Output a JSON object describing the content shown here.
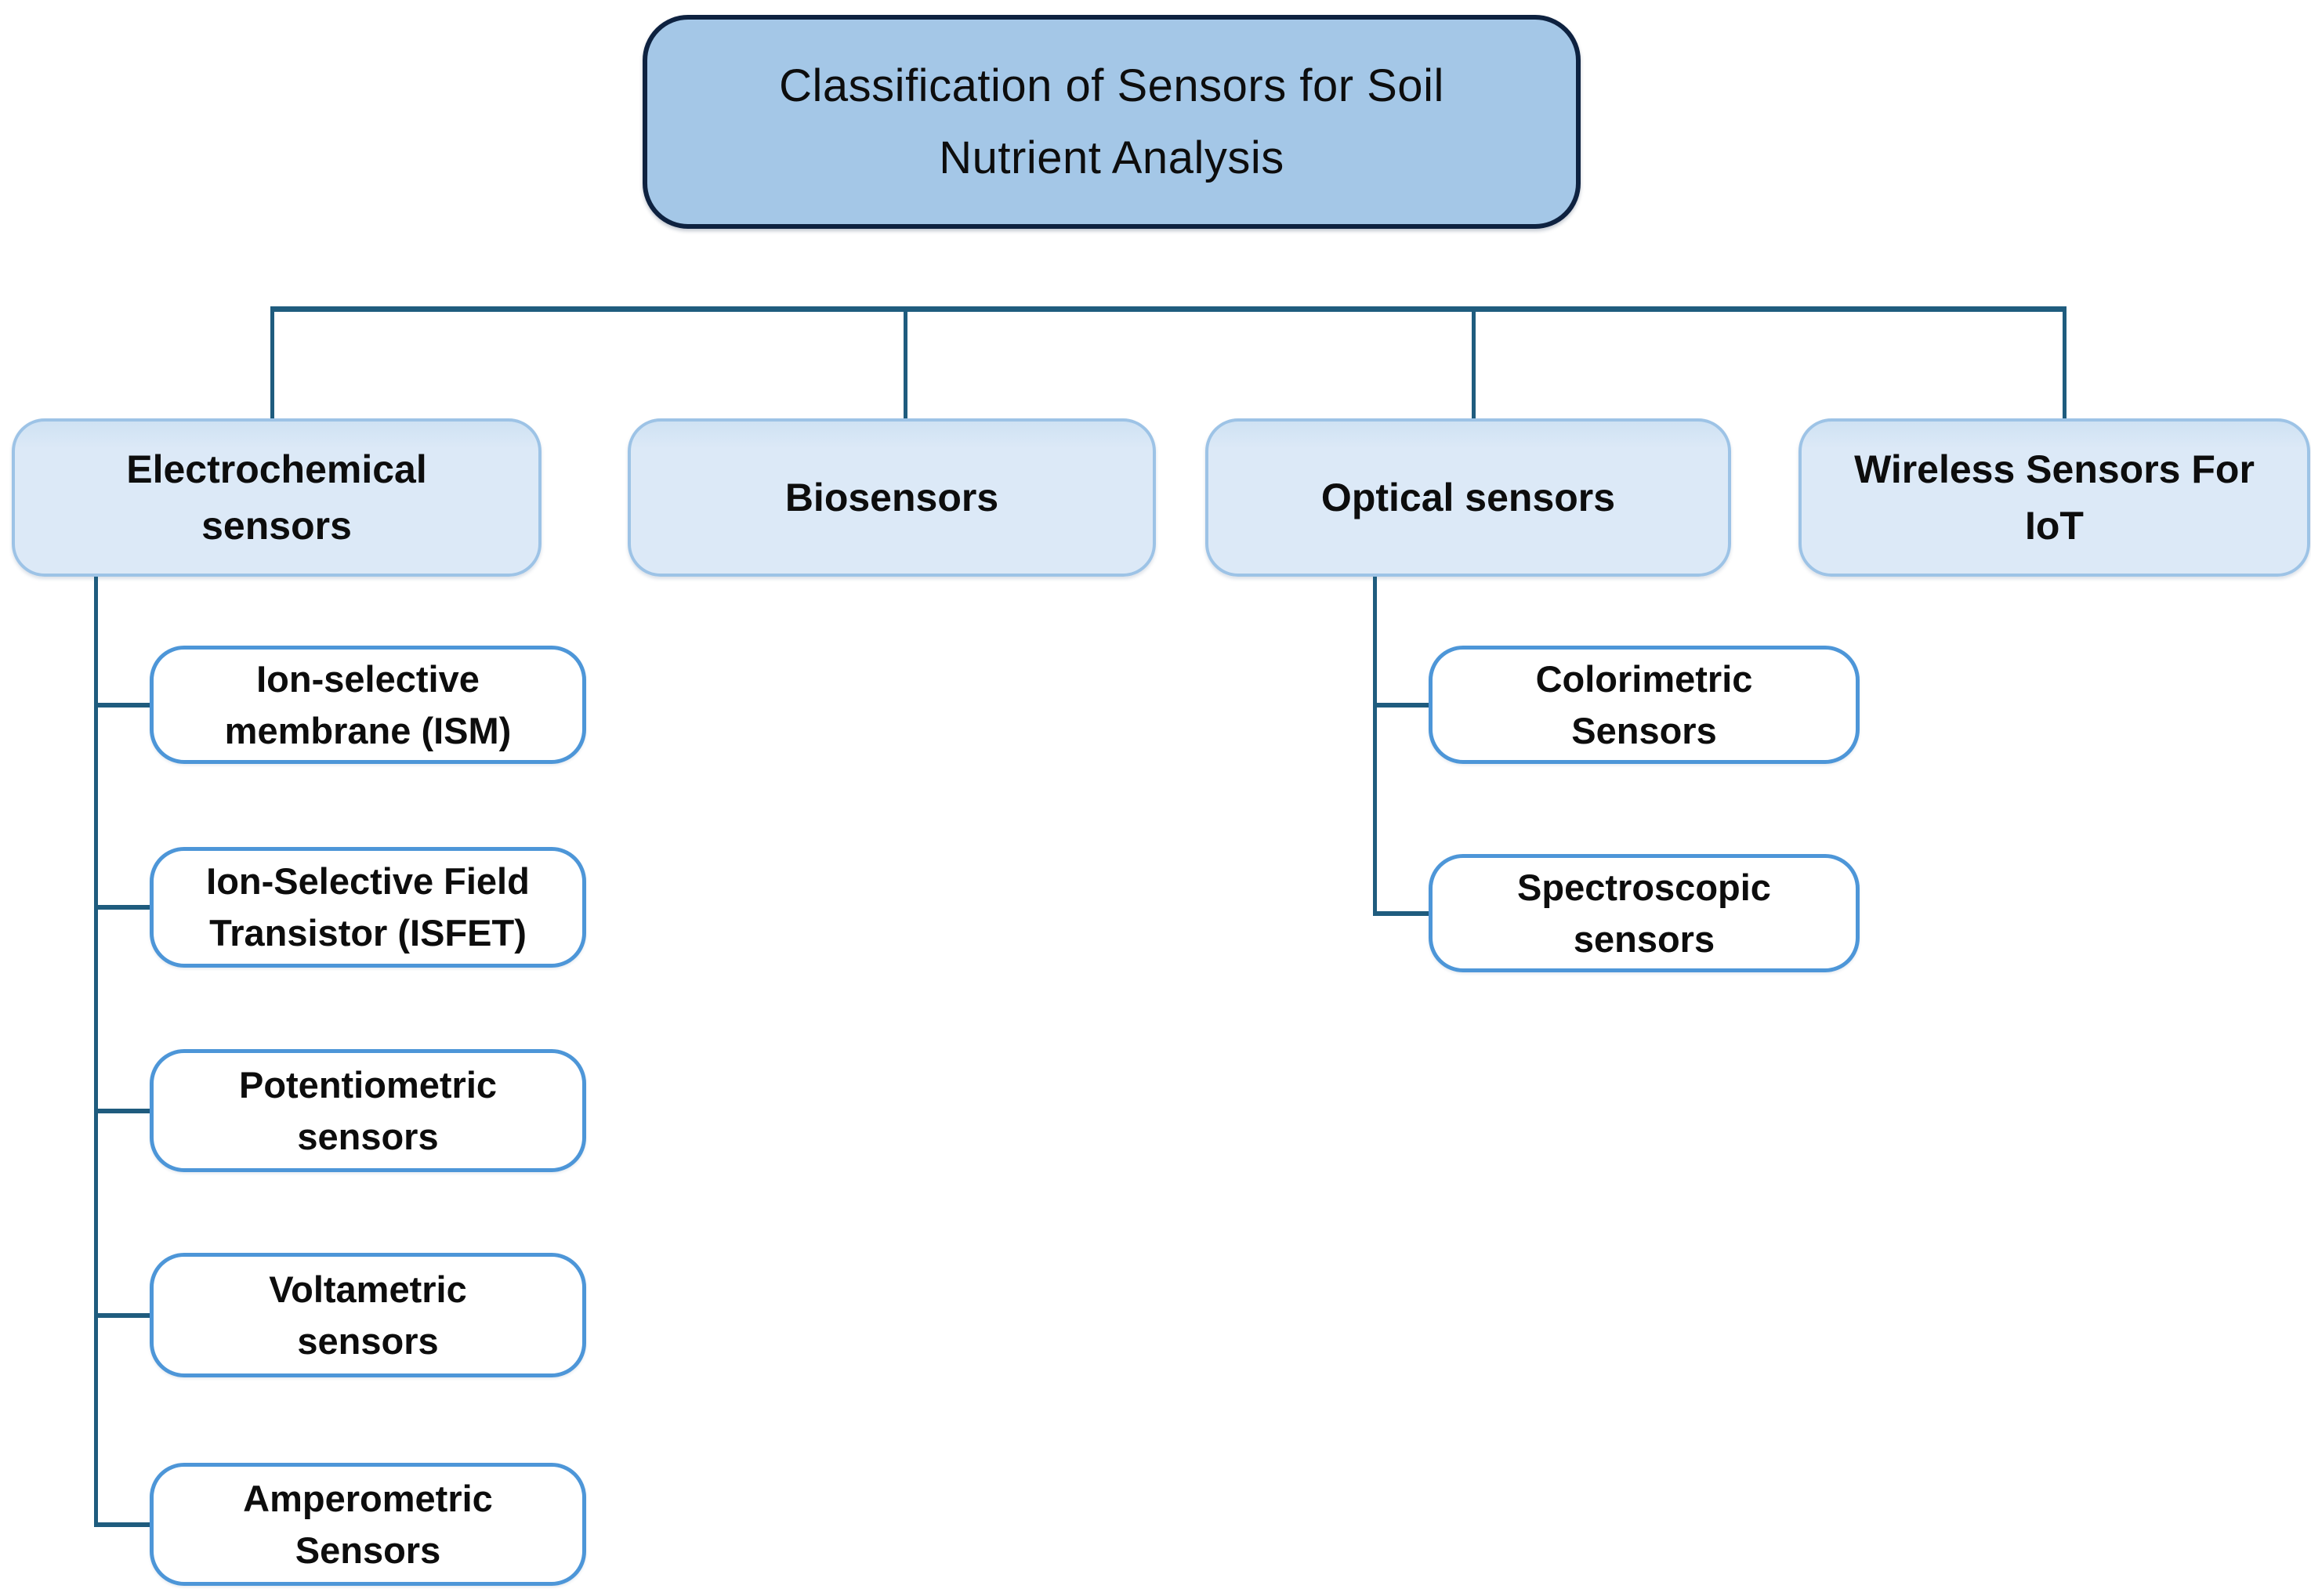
{
  "title": "Classification of Sensors for Soil\nNutrient Analysis",
  "categories": [
    {
      "label": "Electrochemical\nsensors",
      "children": [
        {
          "label": "Ion-selective\nmembrane (ISM)"
        },
        {
          "label": "Ion-Selective Field\nTransistor (ISFET)"
        },
        {
          "label": "Potentiometric\nsensors"
        },
        {
          "label": "Voltametric\nsensors"
        },
        {
          "label": "Amperometric\nSensors"
        }
      ]
    },
    {
      "label": "Biosensors",
      "children": []
    },
    {
      "label": "Optical sensors",
      "children": [
        {
          "label": "Colorimetric\nSensors"
        },
        {
          "label": "Spectroscopic\nsensors"
        }
      ]
    },
    {
      "label": "Wireless Sensors For\nIoT",
      "children": []
    }
  ],
  "colors": {
    "background": "#ffffff",
    "text": "#0d0d0d",
    "title_fill": "#a4c7e7",
    "title_border": "#0e2240",
    "category_fill": "#dce9f7",
    "category_border": "#9dc3e6",
    "child_fill": "#ffffff",
    "child_border": "#4d96d8",
    "connector": "#1f5c7e"
  }
}
